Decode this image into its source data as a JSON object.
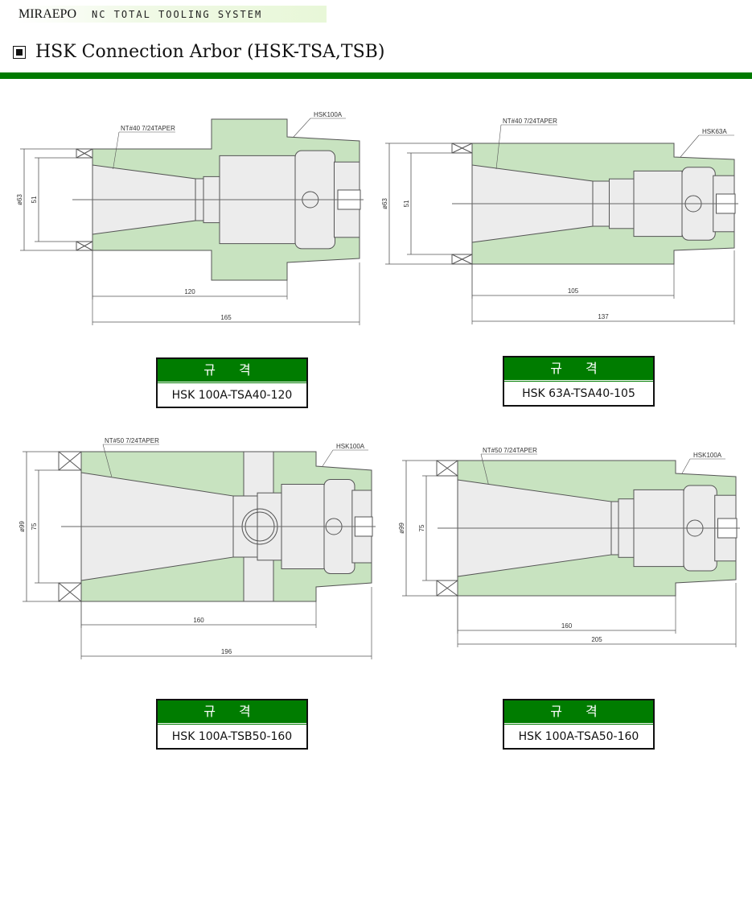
{
  "header": {
    "brand": "MIRAEPO",
    "tagline": "NC TOTAL TOOLING SYSTEM"
  },
  "title": "HSK Connection Arbor (HSK-TSA,TSB)",
  "colors": {
    "accent": "#007c00",
    "body_fill": "#c8e3c0",
    "bore_fill": "#ececec"
  },
  "drawings": [
    {
      "taper_label": "NT#40 7/24TAPER",
      "hsk_label": "HSK100A",
      "dia_outer": "ø63",
      "dia_inner": "51",
      "len_short": "120",
      "len_total": "165"
    },
    {
      "taper_label": "NT#40 7/24TAPER",
      "hsk_label": "HSK63A",
      "dia_outer": "ø63",
      "dia_inner": "51",
      "len_short": "105",
      "len_total": "137"
    },
    {
      "taper_label": "NT#50 7/24TAPER",
      "hsk_label": "HSK100A",
      "dia_outer": "ø99",
      "dia_inner": "75",
      "len_short": "160",
      "len_total": "196"
    },
    {
      "taper_label": "NT#50 7/24TAPER",
      "hsk_label": "HSK100A",
      "dia_outer": "ø99",
      "dia_inner": "75",
      "len_short": "160",
      "len_total": "205"
    }
  ],
  "specs": [
    {
      "header": "규 격",
      "value": "HSK 100A-TSA40-120"
    },
    {
      "header": "규 격",
      "value": "HSK 63A-TSA40-105"
    },
    {
      "header": "규 격",
      "value": "HSK 100A-TSB50-160"
    },
    {
      "header": "규 격",
      "value": "HSK 100A-TSA50-160"
    }
  ]
}
